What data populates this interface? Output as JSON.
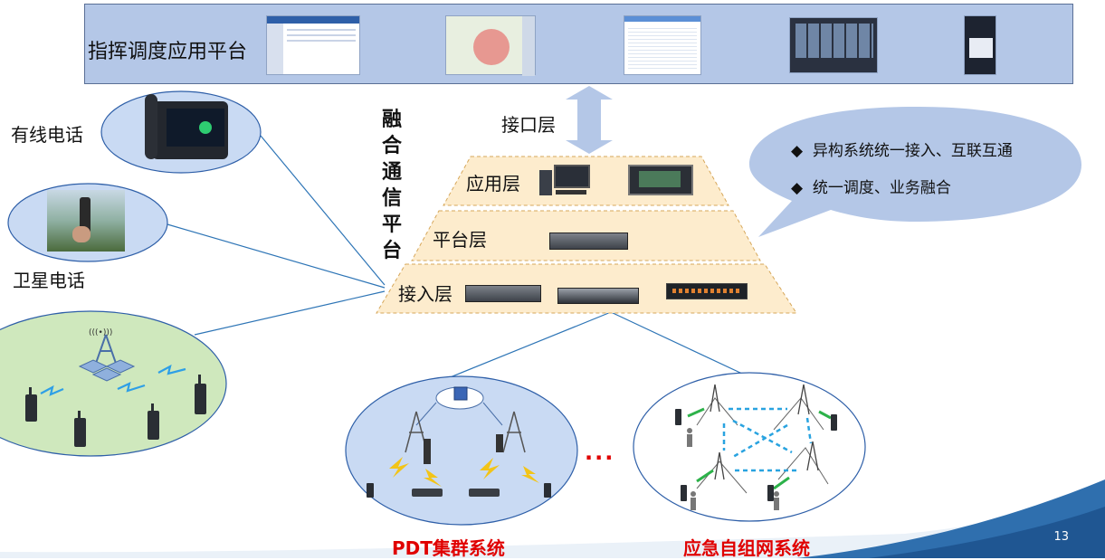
{
  "platform": {
    "title": "指挥调度应用平台"
  },
  "interface_layer": "接口层",
  "fusion_title": [
    "融",
    "合",
    "通",
    "信",
    "平",
    "台"
  ],
  "layers": {
    "app": "应用层",
    "platform": "平台层",
    "access": "接入层"
  },
  "devices": {
    "wired_phone": "有线电话",
    "satellite_phone": "卫星电话"
  },
  "callout": {
    "items": [
      "异构系统统一接入、互联互通",
      "统一调度、业务融合"
    ],
    "bullet": "◆"
  },
  "systems": {
    "pdt": "PDT集群系统",
    "adhoc": "应急自组网系统",
    "ellipsis": "···"
  },
  "page_number": "13",
  "colors": {
    "platform_bg": "#b4c7e7",
    "layer_bg": "#fdeccd",
    "ellipse_blue": "#c9daf3",
    "ellipse_green": "#cfe8bd",
    "accent_red": "#e00000",
    "arrow": "#b4c7e7",
    "line": "#2e75b6",
    "dash_blue": "#29a3e0",
    "green_arrow": "#2db24a"
  }
}
